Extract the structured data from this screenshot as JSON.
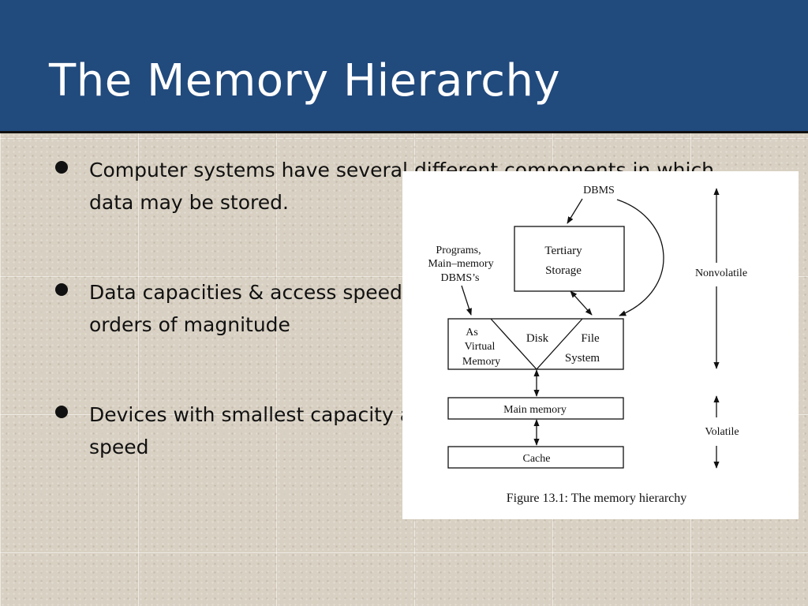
{
  "slide": {
    "title": "The Memory Hierarchy",
    "bullets": [
      "Computer systems have several different components in which data may be stored.",
      "Data capacities & access speeds range over at least seven orders of magnitude",
      "Devices with smallest capacity also offer the fastest access speed"
    ]
  },
  "figure": {
    "caption": "Figure 13.1: The memory hierarchy",
    "labels": {
      "dbms": "DBMS",
      "programs_line1": "Programs,",
      "programs_line2": "Main–memory",
      "programs_line3": "DBMS’s",
      "tertiary_line1": "Tertiary",
      "tertiary_line2": "Storage",
      "as_line1": "As",
      "as_line2": "Virtual",
      "as_line3": "Memory",
      "disk": "Disk",
      "file_line1": "File",
      "file_line2": "System",
      "main_memory": "Main memory",
      "cache": "Cache",
      "nonvolatile": "Nonvolatile",
      "volatile": "Volatile"
    }
  },
  "colors": {
    "header_bg": "#214a7d",
    "title_text": "#ffffff"
  }
}
